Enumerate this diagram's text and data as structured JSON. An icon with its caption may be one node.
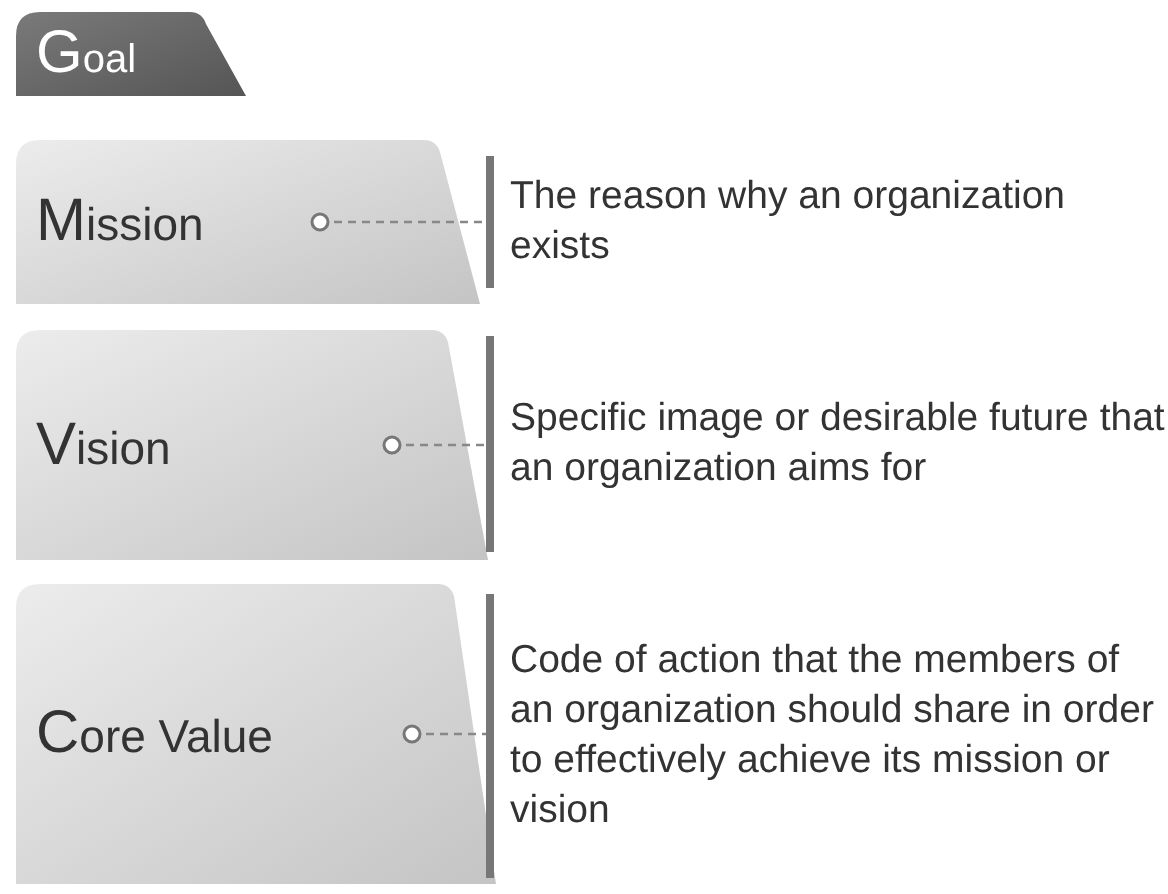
{
  "diagram": {
    "nodes": [
      {
        "text": [
          "Goal"
        ]
      },
      {
        "text": [
          "Mission"
        ]
      },
      {
        "text": [
          "The reason why an organization exists"
        ]
      },
      {
        "text": [
          "Vision"
        ]
      },
      {
        "text": [
          "Specific image or desirable future that an organization aims for"
        ]
      },
      {
        "text": [
          "Core Value"
        ]
      },
      {
        "text": [
          "Code of action that the members of an organization should share in order to effectively achieve its mission or vision"
        ]
      }
    ],
    "edges": [
      {
        "from": 1,
        "to": 2,
        "arrow": "other",
        "style": "dashed"
      },
      {
        "from": 3,
        "to": 4,
        "arrow": "other",
        "style": "dashed"
      },
      {
        "from": 5,
        "to": 6,
        "arrow": "other",
        "style": "dashed"
      }
    ]
  }
}
